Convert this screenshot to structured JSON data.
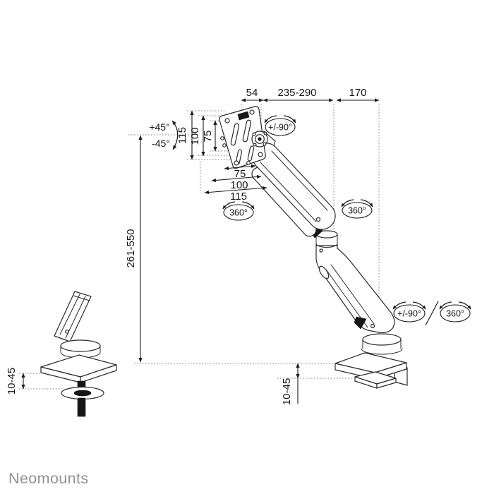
{
  "brand": {
    "name": "Neomounts",
    "color": "#8e9394"
  },
  "dims": {
    "top_a": "54",
    "top_b": "235-290",
    "top_c": "170",
    "vesa_v_115": "115",
    "vesa_v_100": "100",
    "vesa_v_75": "75",
    "vesa_h_75": "75",
    "vesa_h_100": "100",
    "vesa_h_115": "115",
    "height_range": "261-550",
    "clamp_left": "10-45",
    "clamp_center": "10-45"
  },
  "angles": {
    "tilt_up": "+45°",
    "tilt_down": "-45°",
    "head_swivel": "+/-90°",
    "head_rotate": "360°",
    "arm_rotate": "360°",
    "base_swivel": "+/-90°",
    "base_rotate": "360°"
  },
  "colors": {
    "line": "#2a2a2a",
    "dotted": "#808080",
    "dark_fill": "#161616",
    "background": "#ffffff",
    "logo": "#8e9394"
  }
}
